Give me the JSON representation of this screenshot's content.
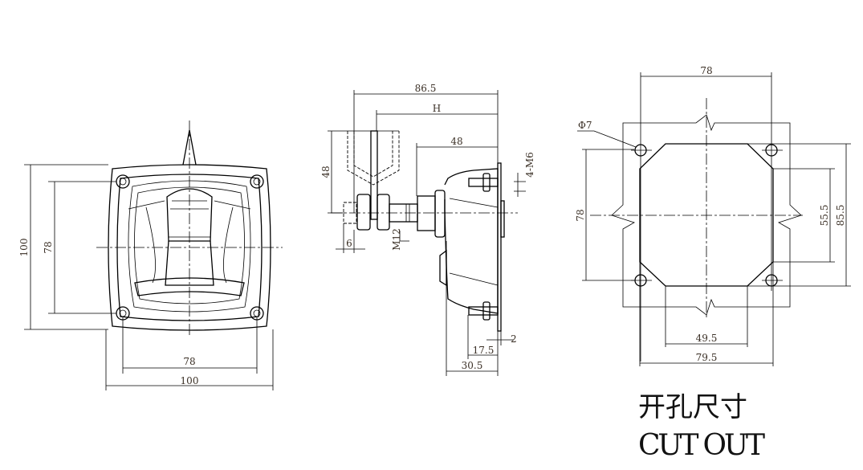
{
  "front_view": {
    "dims": {
      "width_holes": "78",
      "width_total": "100",
      "height_holes": "78",
      "height_total": "100"
    }
  },
  "side_view": {
    "dims": {
      "overall": "86.5",
      "h": "H",
      "body_len": "48",
      "cam_height": "48",
      "cam_thickness": "6",
      "thread": "M12",
      "screw": "4-M6",
      "plate": "2",
      "stud": "17.5",
      "depth": "30.5"
    }
  },
  "cutout_view": {
    "dims": {
      "hole_dia": "Φ7",
      "holes_x": "78",
      "holes_y": "78",
      "inner_height": "55.5",
      "total_height": "85.5",
      "inner_width": "49.5",
      "total_width": "79.5"
    }
  },
  "caption": {
    "chinese": "开孔尺寸",
    "english": "CUT OUT"
  },
  "colors": {
    "line": "#000000",
    "dim_text": "#3a2f25"
  }
}
